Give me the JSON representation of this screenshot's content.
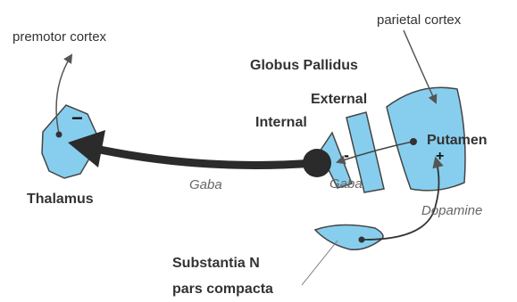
{
  "labels": {
    "premotor": "premotor cortex",
    "parietal": "parietal cortex",
    "globus_pallidus": "Globus Pallidus",
    "external": "External",
    "internal": "Internal",
    "putamen": "Putamen",
    "thalamus": "Thalamus",
    "gaba_main": "Gaba",
    "gaba_small": "Gaba",
    "dopamine": "Dopamine",
    "substantia_line1": "Substantia N",
    "substantia_line2": "pars compacta"
  },
  "signs": {
    "thalamus": "−",
    "internal": "-",
    "putamen": "+"
  },
  "colors": {
    "fill": "#87ceee",
    "stroke": "#444444",
    "arrow": "#2b2b2b",
    "thin": "#555555"
  }
}
